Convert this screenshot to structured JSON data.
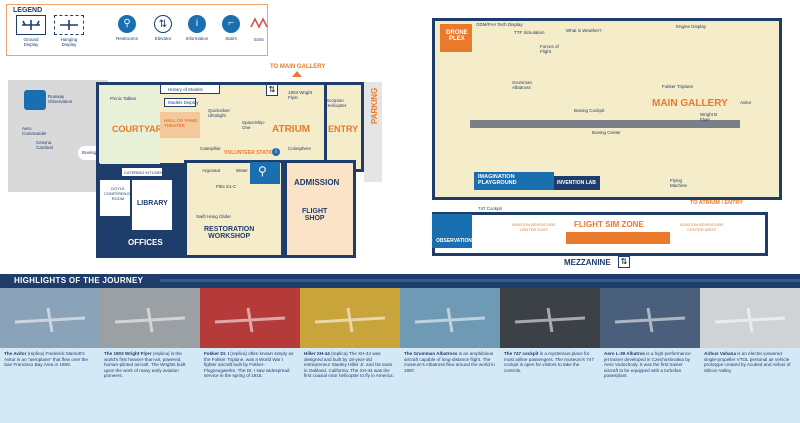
{
  "legend": {
    "title": "LEGEND",
    "items": [
      {
        "label": "Ground\nDisplay",
        "icon": "ground-display-icon"
      },
      {
        "label": "Hanging\nDisplay",
        "icon": "hanging-display-icon"
      },
      {
        "label": "Restrooms",
        "icon": "restroom-icon"
      },
      {
        "label": "Elevator",
        "icon": "elevator-icon"
      },
      {
        "label": "Information",
        "icon": "information-icon"
      },
      {
        "label": "Stairs",
        "icon": "stairs-icon"
      },
      {
        "label": "Exits",
        "icon": "exit-icon"
      }
    ]
  },
  "left_map": {
    "to_main_gallery": "TO MAIN GALLERY",
    "runway_observation": "Runway\nObservation",
    "aero_commander": "Aero\nCommander",
    "cessna_cardinal": "Cessna\nCardinal",
    "boeing_747": "Boeing 747",
    "picnic_tables": "Picnic Tables",
    "courtyard": "COURTYARD",
    "history_of_models": "History of Models",
    "models_display": "Models Display",
    "hall_of_fame": "HALL OF FAME\nTHEATER",
    "quicksilver": "Quicksilver\nUltralight",
    "spaceshipone": "SpaceShip-\nOne",
    "wright_flyer": "1903 Wright\nFlyer",
    "scorpion": "Scorpion\nHelicopter",
    "atrium": "ATRIUM",
    "entry": "ENTRY",
    "parking": "PARKING",
    "volunteer_station": "VOLUNTEER STATION",
    "caterpillar": "Caterpillar",
    "colosphere": "Colosphere",
    "catering_kitchen": "CATERING KITCHEN",
    "doyle_room": "DOYLE\nCONFERENCE\nROOM",
    "library": "LIBRARY",
    "offices": "OFFICES",
    "argonaut": "Argonaut",
    "water": "Water",
    "pitts": "Pitts S1-C",
    "swift": "Swift Hang Glider",
    "restoration": "RESTORATION\nWORKSHOP",
    "admission": "ADMISSION",
    "flight_shop": "FLIGHT\nSHOP"
  },
  "right_map": {
    "drone_plex": "DRONE\nPLEX",
    "main_gallery": "MAIN GALLERY",
    "odm_display": "ODM/FAA Tech Display",
    "ttf_simulation": "TTF Simulation",
    "what_is_weather": "What is Weather?",
    "forces_of_flight": "Forces of\nFlight",
    "engine_display": "Engine Display",
    "grumman": "Grumman\nAlbatross",
    "boeing_cockpit": "Boeing Cockpit",
    "fokker": "Fokker Triplane",
    "wright_model_b": "Wright B\nFlyer",
    "avitor": "Avitor",
    "imagination_playground": "IMAGINATION\nPLAYGROUND",
    "invention_lab": "INVENTION LAB",
    "flying_machine": "Flying\nMachine",
    "to_atrium_entry": "TO ATRIUM / ENTRY",
    "cockpit_747": "747 Cockpit",
    "observation": "OBSERVATION",
    "aviation_center_east": "AVIATION ADVENTURE\nCENTER EAST",
    "flight_sim_zone": "FLIGHT SIM ZONE",
    "aviation_center_west": "AVIATION ADVENTURE\nCENTER WEST",
    "mezzanine": "MEZZANINE",
    "boeing_center": "Boeing Center"
  },
  "highlights": {
    "title": "HIGHLIGHTS OF THE JOURNEY",
    "cards": [
      {
        "name": "The Avitor",
        "text": " (replica) Frederick Marriott's Avitor is an \"aeroplane\" that flew over the San Francisco Bay Area in 1869.",
        "photo": "#8aa3b8"
      },
      {
        "name": "The 1903 Wright Flyer",
        "text": " (replica) is the world's first heavier-than-air, powered, human-piloted aircraft. The Wrights built upon the work of many early aviation pioneers.",
        "photo": "#9aa0a4"
      },
      {
        "name": "Fokker Dr. I",
        "text": " (replica) often known simply as the Fokker Triplane, was a World War I fighter aircraft built by Fokker-Flugzeugwerke. The Dr. I saw widespread service in the spring of 1918.",
        "photo": "#b53a3a"
      },
      {
        "name": "Hiller XH-44",
        "text": " (replica) The XH-44 was designed and built by 18-year-old entrepreneur Stanley Hiller Jr. and his team in Oakland, California. The XH-44 was the first coaxial rotor helicopter to fly in America.",
        "photo": "#c9a43b"
      },
      {
        "name": "The Grumman Albatross",
        "text": " is an amphibious aircraft capable of long-distance flight. The museum's Albatross flew around the world in 1997.",
        "photo": "#6f9ab6"
      },
      {
        "name": "The 747 cockpit",
        "text": " is a mysterious place for most airline passengers. The museum's 747 cockpit is open for visitors to take the controls.",
        "photo": "#3c4148"
      },
      {
        "name": "Aero L-39 Albatros",
        "text": " is a high-performance jet trainer developed in Czechoslovakia by Aero Vodochody. It was the first trainer aircraft to be equipped with a turbofan powerplant.",
        "photo": "#4a5f7c"
      },
      {
        "name": "Airbus Vahana",
        "text": " is an electric-powered single-propeller VTOL personal air vehicle prototype created by Acubed and Airbus of Silicon Valley.",
        "photo": "#cfd3d6"
      }
    ]
  },
  "colors": {
    "navy": "#1f3d6b",
    "orange": "#e97a2b",
    "cream": "#f5ecc9",
    "lightblue": "#d5e8f5"
  }
}
